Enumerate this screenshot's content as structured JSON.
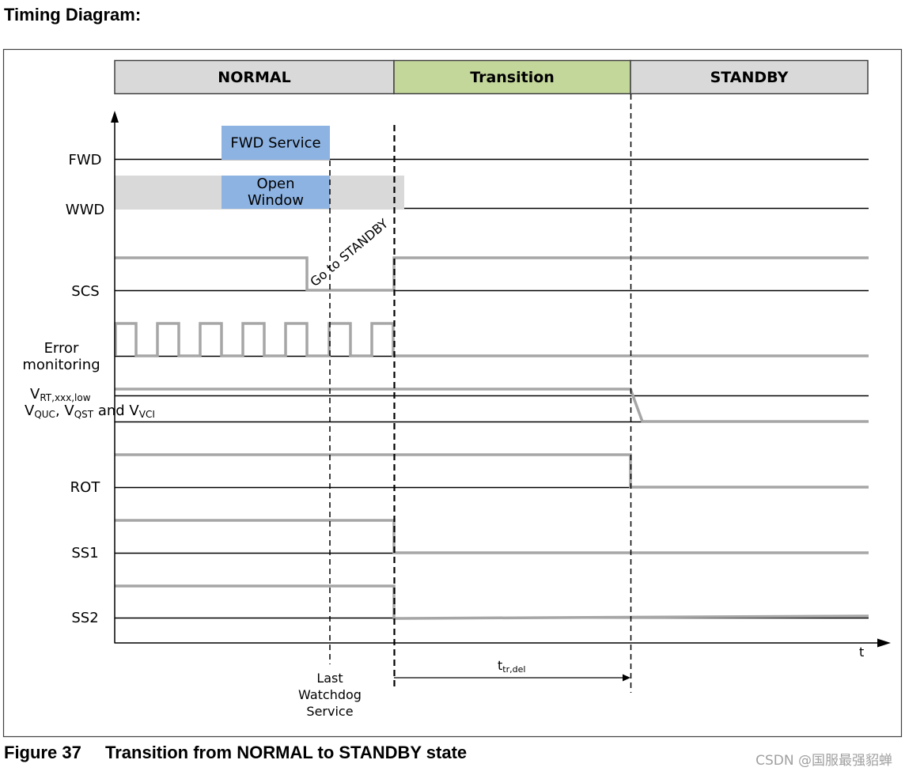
{
  "heading": "Timing Diagram:",
  "diagram": {
    "phases": [
      {
        "label": "NORMAL",
        "color": "#d9d9d9"
      },
      {
        "label": "Transition",
        "color": "#c4d79b"
      },
      {
        "label": "STANDBY",
        "color": "#d9d9d9"
      }
    ],
    "signal_labels": {
      "fwd": "FWD",
      "wwd": "WWD",
      "scs": "SCS",
      "error_monitoring": [
        "Error",
        "monitoring"
      ],
      "v_rt": [
        "V",
        "RT,xxx,low"
      ],
      "v_supplies": [
        "V",
        "QUC",
        ", V",
        "QST",
        " and V",
        "VCI"
      ],
      "rot": "ROT",
      "ss1": "SS1",
      "ss2": "SS2"
    },
    "windows": {
      "fwd_service": "FWD Service",
      "open_window": [
        "Open",
        "Window"
      ],
      "box_color": "#8db3e2",
      "band_color": "#d9d9d9"
    },
    "annotations": {
      "go_to_standby": "Go to STANDBY",
      "last_watchdog_service": [
        "Last",
        "Watchdog",
        "Service"
      ],
      "t_tr_del": [
        "t",
        "tr,del"
      ],
      "time_axis": "t"
    },
    "waveform_color": "#a6a6a6"
  },
  "caption": {
    "figure": "Figure 37",
    "title": "Transition from NORMAL to STANDBY state"
  },
  "watermark": "CSDN @国服最强貂蝉"
}
